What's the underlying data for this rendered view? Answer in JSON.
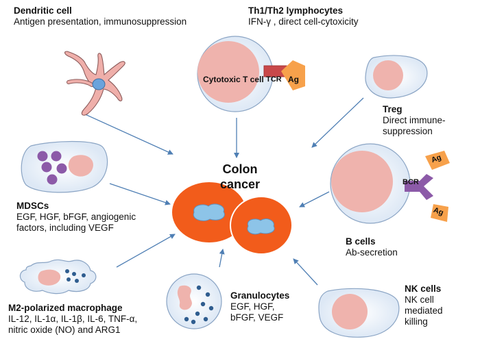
{
  "center": {
    "line1": "Colon",
    "line2": "cancer"
  },
  "dendritic": {
    "title": "Dendritic cell",
    "desc": "Antigen presentation, immunosuppression"
  },
  "th": {
    "title": "Th1/Th2 lymphocytes",
    "desc": "IFN-γ , direct cell-cytoxicity",
    "cell_label": "Cytotoxic T cell",
    "tcr": "TCR",
    "ag": "Ag"
  },
  "treg": {
    "title": "Treg",
    "desc1": "Direct immune-",
    "desc2": "suppression"
  },
  "mdsc": {
    "title": "MDSCs",
    "desc1": "EGF, HGF, bFGF, angiogenic",
    "desc2": "factors, including VEGF"
  },
  "bcell": {
    "title": "B cells",
    "desc": "Ab-secretion",
    "bcr": "BCR",
    "ag1": "Ag",
    "ag2": "Ag"
  },
  "macrophage": {
    "title": "M2-polarized macrophage",
    "desc1": "IL-12, IL-1α, IL-1β, IL-6, TNF-α,",
    "desc2": "nitric oxide (NO) and ARG1"
  },
  "granulocyte": {
    "title": "Granulocytes",
    "desc1": "EGF, HGF,",
    "desc2": "bFGF, VEGF"
  },
  "nk": {
    "title": "NK cells",
    "desc1": "NK cell",
    "desc2": "mediated",
    "desc3": "killing"
  },
  "colors": {
    "tumor": "#f25c1b",
    "nucleus_blue": "#8dc4e8",
    "cytoplasm": "#e9f0fa",
    "pink": "#efafaa",
    "purple": "#8c5aa8",
    "orange_tag": "#f7a14b",
    "tcr_red": "#c8484a",
    "arrow": "#4f7fb4"
  }
}
